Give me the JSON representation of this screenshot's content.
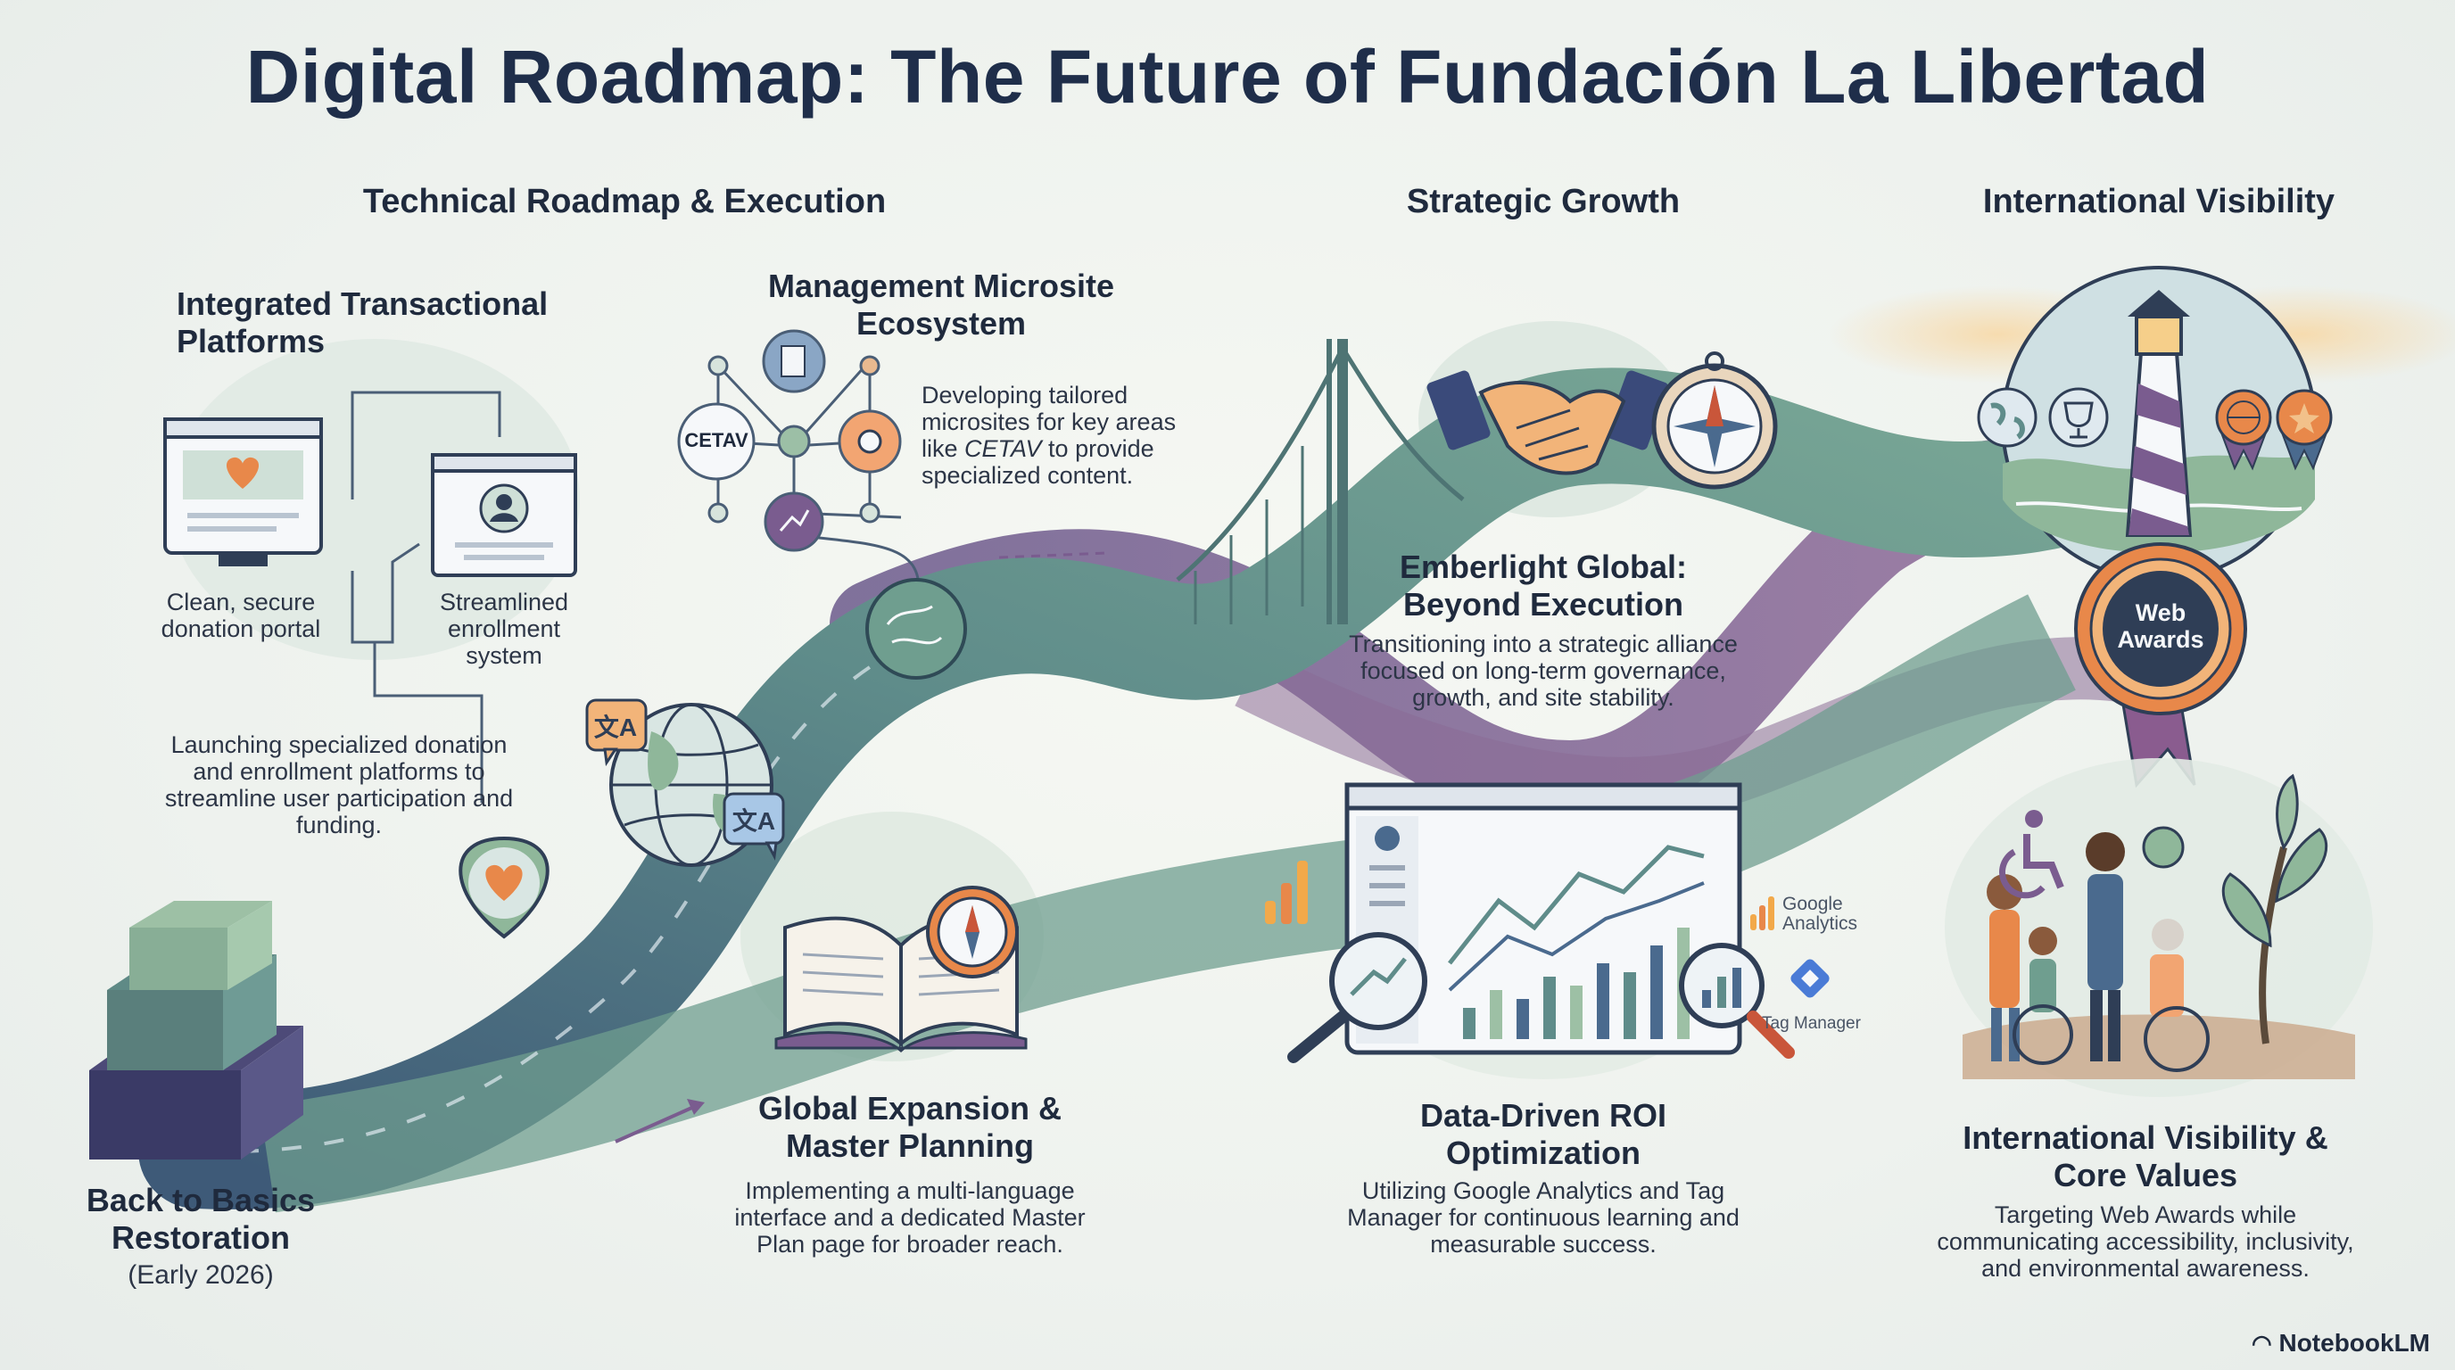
{
  "title": "Digital Roadmap: The Future of Fundación La Libertad",
  "sections": {
    "technical": "Technical Roadmap & Execution",
    "strategic": "Strategic Growth",
    "international": "International Visibility"
  },
  "platforms": {
    "heading": "Integrated Transactional Platforms",
    "donation_caption": "Clean, secure donation portal",
    "enrollment_caption": "Streamlined enrollment system",
    "description": "Launching specialized donation and enrollment platforms to streamline user participation and funding."
  },
  "microsite": {
    "heading": "Management Microsite Ecosystem",
    "node_label": "CETAV",
    "description_pre": "Developing tailored microsites for key areas like ",
    "description_em": "CETAV",
    "description_post": " to provide specialized content."
  },
  "basics": {
    "heading": "Back to Basics Restoration",
    "date": "(Early 2026)"
  },
  "global": {
    "heading": "Global Expansion & Master Planning",
    "description": "Implementing a multi-language interface and a dedicated Master Plan page for broader reach."
  },
  "emberlight": {
    "heading": "Emberlight Global: Beyond Execution",
    "description": "Transitioning into a strategic alliance focused on long-term governance, growth, and site stability."
  },
  "roi": {
    "heading": "Data-Driven ROI Optimization",
    "description": "Utilizing Google Analytics and Tag Manager for continuous learning and measurable success.",
    "ga_label_1": "Google",
    "ga_label_2": "Analytics",
    "tm_label": "Tag Manager"
  },
  "visibility": {
    "badge_line1": "Web",
    "badge_line2": "Awards",
    "heading": "International Visibility & Core Values",
    "description": "Targeting Web Awards while communicating accessibility, inclusivity, and environmental awareness."
  },
  "brand": "NotebookLM",
  "colors": {
    "navy": "#1f2e4a",
    "teal": "#6f9e8f",
    "purple": "#7a5c8f",
    "orange": "#e8884a",
    "blue": "#4a6a8e"
  }
}
